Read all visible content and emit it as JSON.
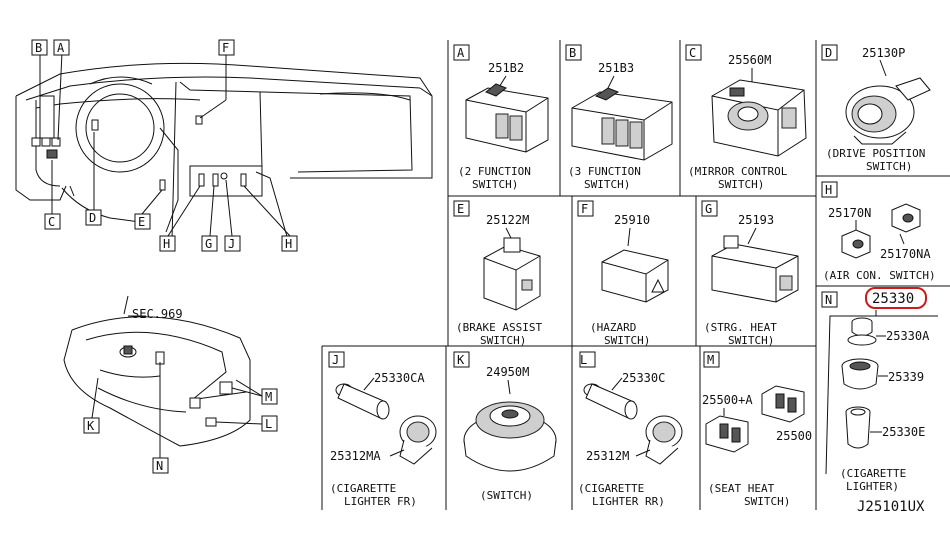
{
  "diagram_code": "J25101UX",
  "overview": {
    "sec_label": "SEC.969",
    "markers": {
      "B": "B",
      "A": "A",
      "F": "F",
      "C": "C",
      "D": "D",
      "E": "E",
      "H1": "H",
      "G": "G",
      "J": "J",
      "H2": "H",
      "M": "M",
      "L": "L",
      "K": "K",
      "N": "N"
    }
  },
  "panels": {
    "A": {
      "letter": "A",
      "part": "251B2",
      "desc1": "(2 FUNCTION",
      "desc2": "SWITCH)"
    },
    "B": {
      "letter": "B",
      "part": "251B3",
      "desc1": "(3 FUNCTION",
      "desc2": "SWITCH)"
    },
    "C": {
      "letter": "C",
      "part": "25560M",
      "desc1": "(MIRROR CONTROL",
      "desc2": "SWITCH)"
    },
    "D": {
      "letter": "D",
      "part": "25130P",
      "desc1": "(DRIVE POSITION",
      "desc2": "SWITCH)"
    },
    "E": {
      "letter": "E",
      "part": "25122M",
      "desc1": "(BRAKE ASSIST",
      "desc2": "SWITCH)"
    },
    "F": {
      "letter": "F",
      "part": "25910",
      "desc1": "(HAZARD",
      "desc2": "SWITCH)"
    },
    "G": {
      "letter": "G",
      "part": "25193",
      "desc1": "(STRG. HEAT",
      "desc2": "SWITCH)"
    },
    "H": {
      "letter": "H",
      "part1": "25170N",
      "part2": "25170NA",
      "desc1": "(AIR CON. SWITCH)"
    },
    "J": {
      "letter": "J",
      "part1": "25330CA",
      "part2": "25312MA",
      "desc1": "(CIGARETTE",
      "desc2": "LIGHTER FR)"
    },
    "K": {
      "letter": "K",
      "part": "24950M",
      "desc1": "(SWITCH)"
    },
    "L": {
      "letter": "L",
      "part1": "25330C",
      "part2": "25312M",
      "desc1": "(CIGARETTE",
      "desc2": "LIGHTER RR)"
    },
    "M": {
      "letter": "M",
      "part1": "25500+A",
      "part2": "25500",
      "desc1": "(SEAT HEAT",
      "desc2": "SWITCH)"
    },
    "N": {
      "letter": "N",
      "part_main": "25330",
      "part1": "25330A",
      "part2": "25339",
      "part3": "25330E",
      "desc1": "(CIGARETTE",
      "desc2": "LIGHTER)"
    }
  },
  "colors": {
    "highlight": "#cc1b1b"
  }
}
